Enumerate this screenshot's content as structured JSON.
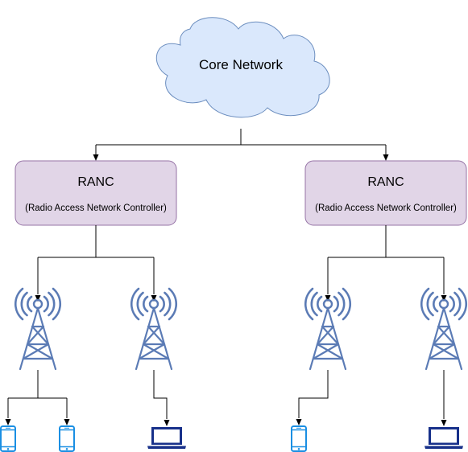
{
  "core_network": {
    "label": "Core Network",
    "fill": "#dae8fc",
    "stroke": "#6c8ebf"
  },
  "controllers": [
    {
      "title": "RANC",
      "subtitle": "(Radio Access Network Controller)"
    },
    {
      "title": "RANC",
      "subtitle": "(Radio Access Network Controller)"
    }
  ],
  "controller_style": {
    "fill": "#e1d5e7",
    "stroke": "#9673a6"
  },
  "towers": {
    "count": 4,
    "icon": "radio-tower-icon",
    "color": "#5b7bb5"
  },
  "devices": [
    {
      "type": "smartphone",
      "icon": "smartphone-icon",
      "color": "#1a8fe3"
    },
    {
      "type": "smartphone",
      "icon": "smartphone-icon",
      "color": "#1a8fe3"
    },
    {
      "type": "laptop",
      "icon": "laptop-icon",
      "color": "#17308a"
    },
    {
      "type": "smartphone",
      "icon": "smartphone-icon",
      "color": "#1a8fe3"
    },
    {
      "type": "laptop",
      "icon": "laptop-icon",
      "color": "#17308a"
    }
  ]
}
